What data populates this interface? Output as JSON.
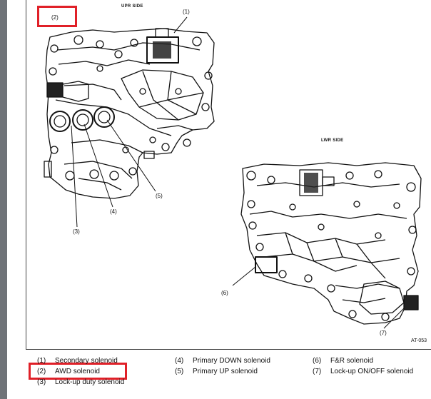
{
  "diagram": {
    "upper_side_label": "UPR SIDE",
    "lower_side_label": "LWR SIDE",
    "figure_code": "AT-053",
    "callouts": [
      "(1)",
      "(2)",
      "(3)",
      "(4)",
      "(5)",
      "(6)",
      "(7)"
    ]
  },
  "legend": {
    "items": [
      {
        "num": "(1)",
        "label": "Secondary solenoid"
      },
      {
        "num": "(2)",
        "label": "AWD solenoid"
      },
      {
        "num": "(3)",
        "label": "Lock-up duty solenoid"
      },
      {
        "num": "(4)",
        "label": "Primary DOWN solenoid"
      },
      {
        "num": "(5)",
        "label": "Primary UP solenoid"
      },
      {
        "num": "(6)",
        "label": "F&R solenoid"
      },
      {
        "num": "(7)",
        "label": "Lock-up ON/OFF solenoid"
      }
    ]
  },
  "colors": {
    "highlight": "#e02028",
    "line": "#111111",
    "rail": "#6f7378"
  }
}
